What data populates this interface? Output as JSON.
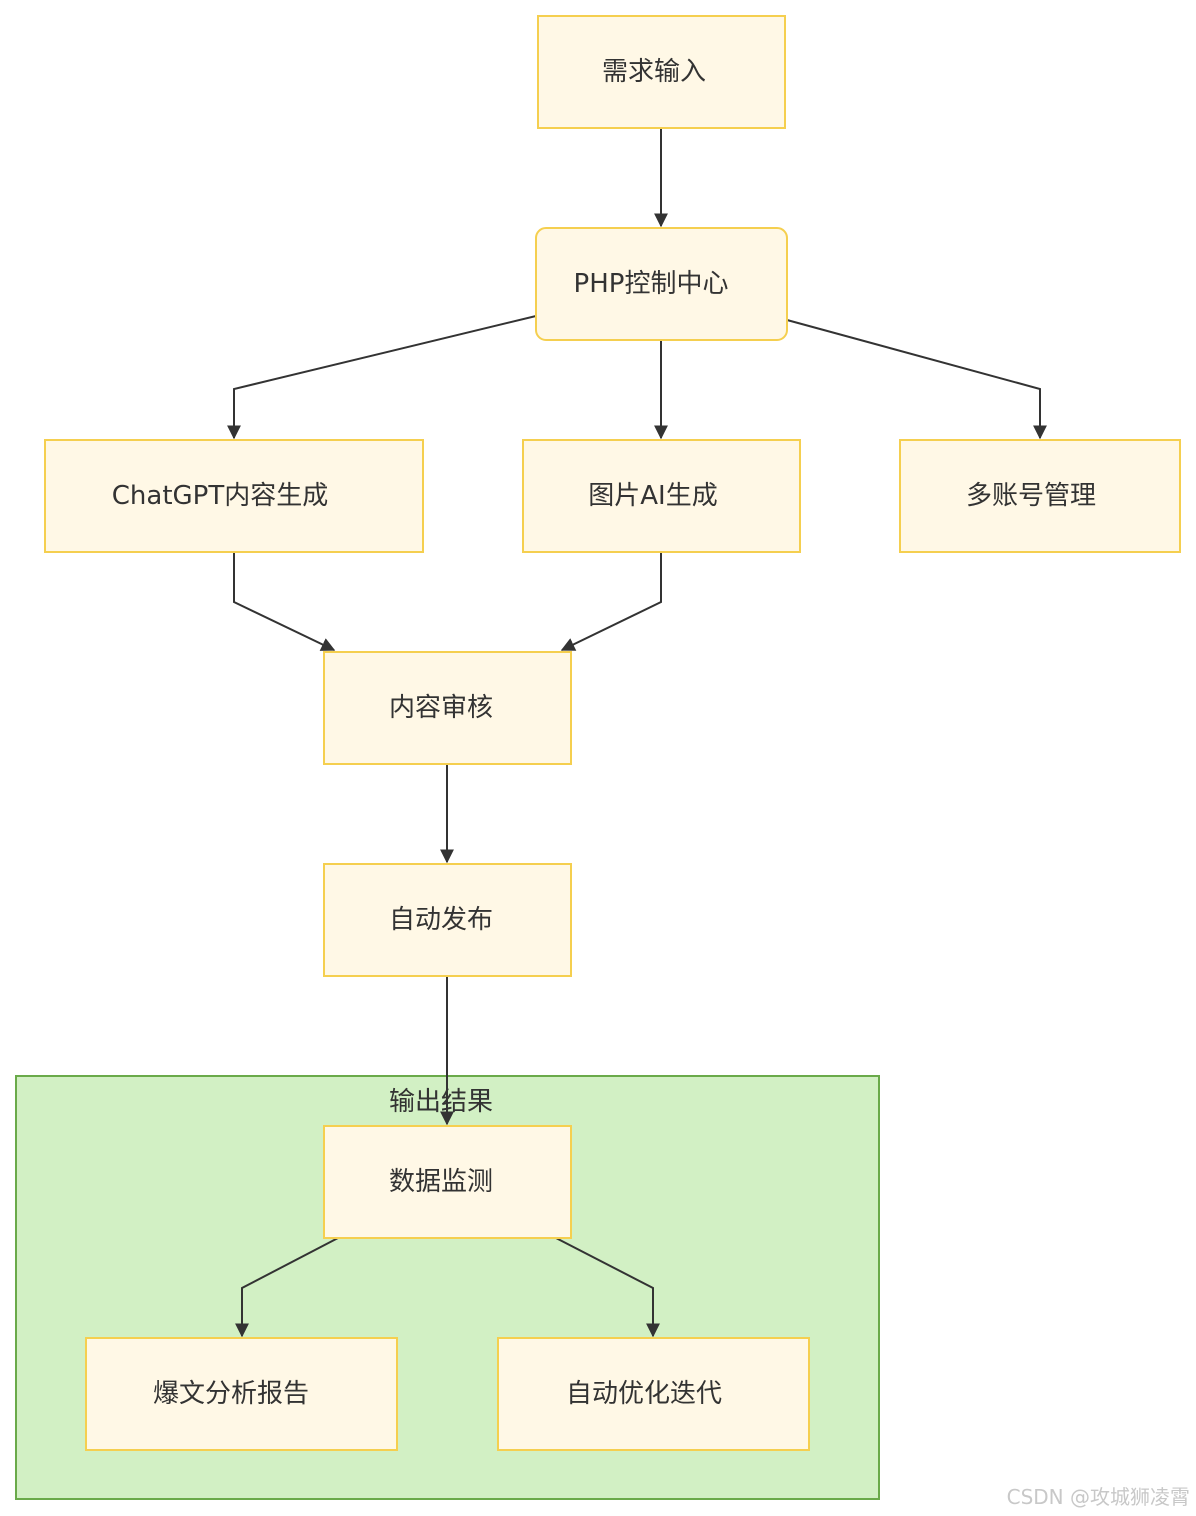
{
  "diagram": {
    "nodes": {
      "input": "需求输入",
      "php": "PHP控制中心",
      "chatgpt": "ChatGPT内容生成",
      "image_ai": "图片AI生成",
      "accounts": "多账号管理",
      "review": "内容审核",
      "publish": "自动发布",
      "monitor": "数据监测",
      "report": "爆文分析报告",
      "optimize": "自动优化迭代"
    },
    "cluster": {
      "label": "输出结果"
    },
    "edges": [
      {
        "from": "input",
        "to": "php"
      },
      {
        "from": "php",
        "to": "chatgpt"
      },
      {
        "from": "php",
        "to": "image_ai"
      },
      {
        "from": "php",
        "to": "accounts"
      },
      {
        "from": "chatgpt",
        "to": "review"
      },
      {
        "from": "image_ai",
        "to": "review"
      },
      {
        "from": "review",
        "to": "publish"
      },
      {
        "from": "publish",
        "to": "monitor"
      },
      {
        "from": "monitor",
        "to": "report"
      },
      {
        "from": "monitor",
        "to": "optimize"
      }
    ]
  },
  "watermark": "CSDN @攻城狮凌霄",
  "colors": {
    "node_fill": "#fff8e6",
    "node_stroke": "#f5cf4f",
    "cluster_fill": "#d2f0c4",
    "cluster_stroke": "#6aaa4a",
    "edge": "#333333"
  }
}
